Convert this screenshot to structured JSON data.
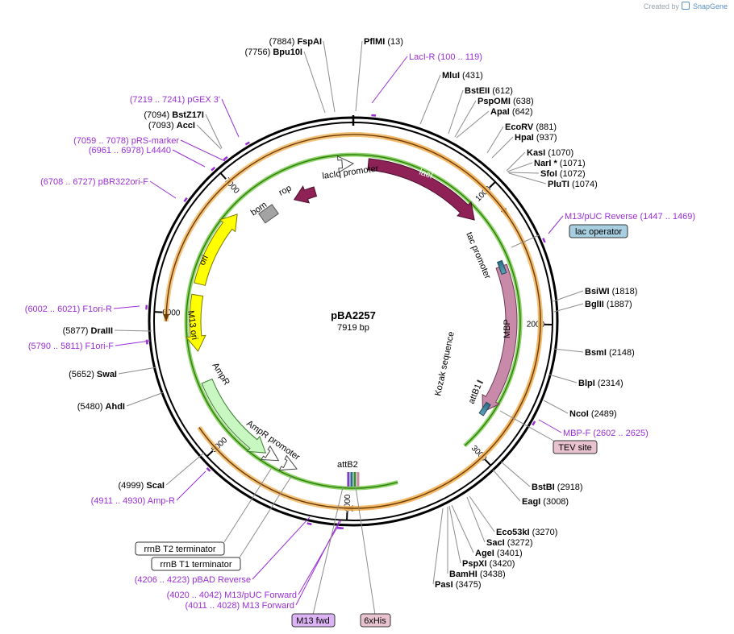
{
  "watermark": {
    "prefix": "Created by",
    "brand": "SnapGene"
  },
  "plasmid": {
    "name": "pBA2257",
    "length_label": "7919 bp",
    "length": 7919
  },
  "ticks": [
    {
      "bp": 1000,
      "label": "1000"
    },
    {
      "bp": 2000,
      "label": "2000"
    },
    {
      "bp": 3000,
      "label": "3000"
    },
    {
      "bp": 4000,
      "label": "4000"
    },
    {
      "bp": 5000,
      "label": "5000"
    },
    {
      "bp": 6000,
      "label": "6000"
    },
    {
      "bp": 7000,
      "label": "7000"
    }
  ],
  "restriction_sites": [
    {
      "name": "FspAI",
      "pos": "(7884)",
      "num_first": true,
      "bp": 7884
    },
    {
      "name": "Bpu10I",
      "pos": "(7756)",
      "num_first": true,
      "bp": 7756
    },
    {
      "name": "PflMI",
      "pos": "(13)",
      "num_first": false,
      "bp": 13
    },
    {
      "name": "MluI",
      "pos": "(431)",
      "num_first": false,
      "bp": 431
    },
    {
      "name": "BstEII",
      "pos": "(612)",
      "num_first": false,
      "bp": 612
    },
    {
      "name": "PspOMI",
      "pos": "(638)",
      "num_first": false,
      "bp": 638
    },
    {
      "name": "ApaI",
      "pos": "(642)",
      "num_first": false,
      "bp": 642
    },
    {
      "name": "EcoRV",
      "pos": "(881)",
      "num_first": false,
      "bp": 881
    },
    {
      "name": "HpaI",
      "pos": "(937)",
      "num_first": false,
      "bp": 937
    },
    {
      "name": "KasI",
      "pos": "(1070)",
      "num_first": false,
      "bp": 1070
    },
    {
      "name": "NarI *",
      "pos": "(1071)",
      "num_first": false,
      "bp": 1071
    },
    {
      "name": "SfoI",
      "pos": "(1072)",
      "num_first": false,
      "bp": 1072
    },
    {
      "name": "PluTI",
      "pos": "(1074)",
      "num_first": false,
      "bp": 1074
    },
    {
      "name": "BsiWI",
      "pos": "(1818)",
      "num_first": false,
      "bp": 1818
    },
    {
      "name": "BglII",
      "pos": "(1887)",
      "num_first": false,
      "bp": 1887
    },
    {
      "name": "BsmI",
      "pos": "(2148)",
      "num_first": false,
      "bp": 2148
    },
    {
      "name": "BlpI",
      "pos": "(2314)",
      "num_first": false,
      "bp": 2314
    },
    {
      "name": "NcoI",
      "pos": "(2489)",
      "num_first": false,
      "bp": 2489
    },
    {
      "name": "BstBI",
      "pos": "(2918)",
      "num_first": false,
      "bp": 2918
    },
    {
      "name": "EagI",
      "pos": "(3008)",
      "num_first": false,
      "bp": 3008
    },
    {
      "name": "Eco53kI",
      "pos": "(3270)",
      "num_first": false,
      "bp": 3270
    },
    {
      "name": "SacI",
      "pos": "(3272)",
      "num_first": false,
      "bp": 3272
    },
    {
      "name": "AgeI",
      "pos": "(3401)",
      "num_first": false,
      "bp": 3401
    },
    {
      "name": "PspXI",
      "pos": "(3420)",
      "num_first": false,
      "bp": 3420
    },
    {
      "name": "BamHI",
      "pos": "(3438)",
      "num_first": false,
      "bp": 3438
    },
    {
      "name": "PasI",
      "pos": "(3475)",
      "num_first": false,
      "bp": 3475
    },
    {
      "name": "ScaI",
      "pos": "(4999)",
      "num_first": true,
      "bp": 4999
    },
    {
      "name": "AhdI",
      "pos": "(5480)",
      "num_first": true,
      "bp": 5480
    },
    {
      "name": "SwaI",
      "pos": "(5652)",
      "num_first": true,
      "bp": 5652
    },
    {
      "name": "DraIII",
      "pos": "(5877)",
      "num_first": true,
      "bp": 5877
    },
    {
      "name": "AccI",
      "pos": "(7093)",
      "num_first": true,
      "bp": 7093
    },
    {
      "name": "BstZ17I",
      "pos": "(7094)",
      "num_first": true,
      "bp": 7094
    }
  ],
  "primers": [
    {
      "name": "LacI-R",
      "range": "(100 .. 119)",
      "name_first": true,
      "bp": 110
    },
    {
      "name": "M13/pUC Reverse",
      "range": "(1447 .. 1469)",
      "name_first": true,
      "bp": 1458
    },
    {
      "name": "MBP-F",
      "range": "(2602 .. 2625)",
      "name_first": true,
      "bp": 2614
    },
    {
      "name": "Amp-R",
      "range": "(4911 .. 4930)",
      "name_first": false,
      "bp": 4920
    },
    {
      "name": "pBAD Reverse",
      "range": "(4206 .. 4223)",
      "name_first": false,
      "bp": 4215
    },
    {
      "name": "M13/pUC Forward",
      "range": "(4020 .. 4042)",
      "name_first": false,
      "bp": 4031
    },
    {
      "name": "M13 Forward",
      "range": "(4011 .. 4028)",
      "name_first": false,
      "bp": 4019
    },
    {
      "name": "F1ori-F",
      "range": "(5790 .. 5811)",
      "name_first": false,
      "bp": 5800
    },
    {
      "name": "F1ori-R",
      "range": "(6002 .. 6021)",
      "name_first": false,
      "bp": 6011
    },
    {
      "name": "pBR322ori-F",
      "range": "(6708 .. 6727)",
      "name_first": false,
      "bp": 6717
    },
    {
      "name": "L4440",
      "range": "(6961 .. 6978)",
      "name_first": false,
      "bp": 6969
    },
    {
      "name": "pRS-marker",
      "range": "(7059 .. 7078)",
      "name_first": false,
      "bp": 7068
    },
    {
      "name": "pGEX 3'",
      "range": "(7219 .. 7241)",
      "name_first": false,
      "bp": 7230
    }
  ],
  "boxed_labels": [
    {
      "id": "lac-operator",
      "text": "lac operator",
      "fill": "#a7cfe0"
    },
    {
      "id": "tev-site",
      "text": "TEV site",
      "fill": "#e8c3cf"
    },
    {
      "id": "rrnb-t2",
      "text": "rrnB T2 terminator",
      "fill": "#ffffff"
    },
    {
      "id": "rrnb-t1",
      "text": "rrnB T1 terminator",
      "fill": "#ffffff"
    },
    {
      "id": "m13-fwd",
      "text": "M13 fwd",
      "fill": "#dcb4f5"
    },
    {
      "id": "his6",
      "text": "6xHis",
      "fill": "#e8c3cf"
    }
  ],
  "features": [
    {
      "name": "lacIq promoter",
      "color": "#ffffff"
    },
    {
      "name": "lacI",
      "color": "#8e2257"
    },
    {
      "name": "tac promoter",
      "color": "#ffffff"
    },
    {
      "name": "MBP",
      "color": "#c98aa9"
    },
    {
      "name": "Kozak sequence",
      "color": "#555555"
    },
    {
      "name": "attB1",
      "color": "#2b6d84"
    },
    {
      "name": "attB2",
      "color": "#2b6d84"
    },
    {
      "name": "AmpR promoter",
      "color": "#ffffff"
    },
    {
      "name": "AmpR",
      "color": "#c8f7c2"
    },
    {
      "name": "M13 ori",
      "color": "#ffff00"
    },
    {
      "name": "ori",
      "color": "#ffff00"
    },
    {
      "name": "bom",
      "color": "#a3a3a3"
    },
    {
      "name": "rop",
      "color": "#8e2257"
    }
  ],
  "colors": {
    "backbone": "#000000",
    "orf_arc": "#f2b661",
    "orf_arrow": "#6b3b06",
    "green_orf": "#2d7d08",
    "primer": "#9a2fd6",
    "leader": "#8c8c8c"
  }
}
